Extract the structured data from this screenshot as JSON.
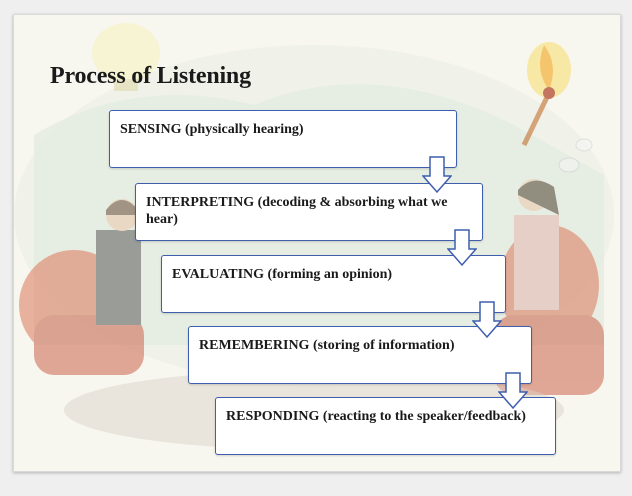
{
  "slide": {
    "title": "Process of Listening"
  },
  "steps": [
    {
      "text": "SENSING (physically hearing)"
    },
    {
      "text": "INTERPRETING (decoding & absorbing what we hear)"
    },
    {
      "text": "EVALUATING (forming an opinion)"
    },
    {
      "text": "REMEMBERING (storing of information)"
    },
    {
      "text": "RESPONDING (reacting to the speaker/feedback)"
    }
  ],
  "colors": {
    "box_border": "#3f5fae",
    "arrow_fill": "#ffffff",
    "arrow_stroke": "#3f5fae",
    "background": "#f7f6ef"
  },
  "icons": {
    "background": "meeting-clipart-background",
    "arrow": "down-arrow-icon"
  }
}
